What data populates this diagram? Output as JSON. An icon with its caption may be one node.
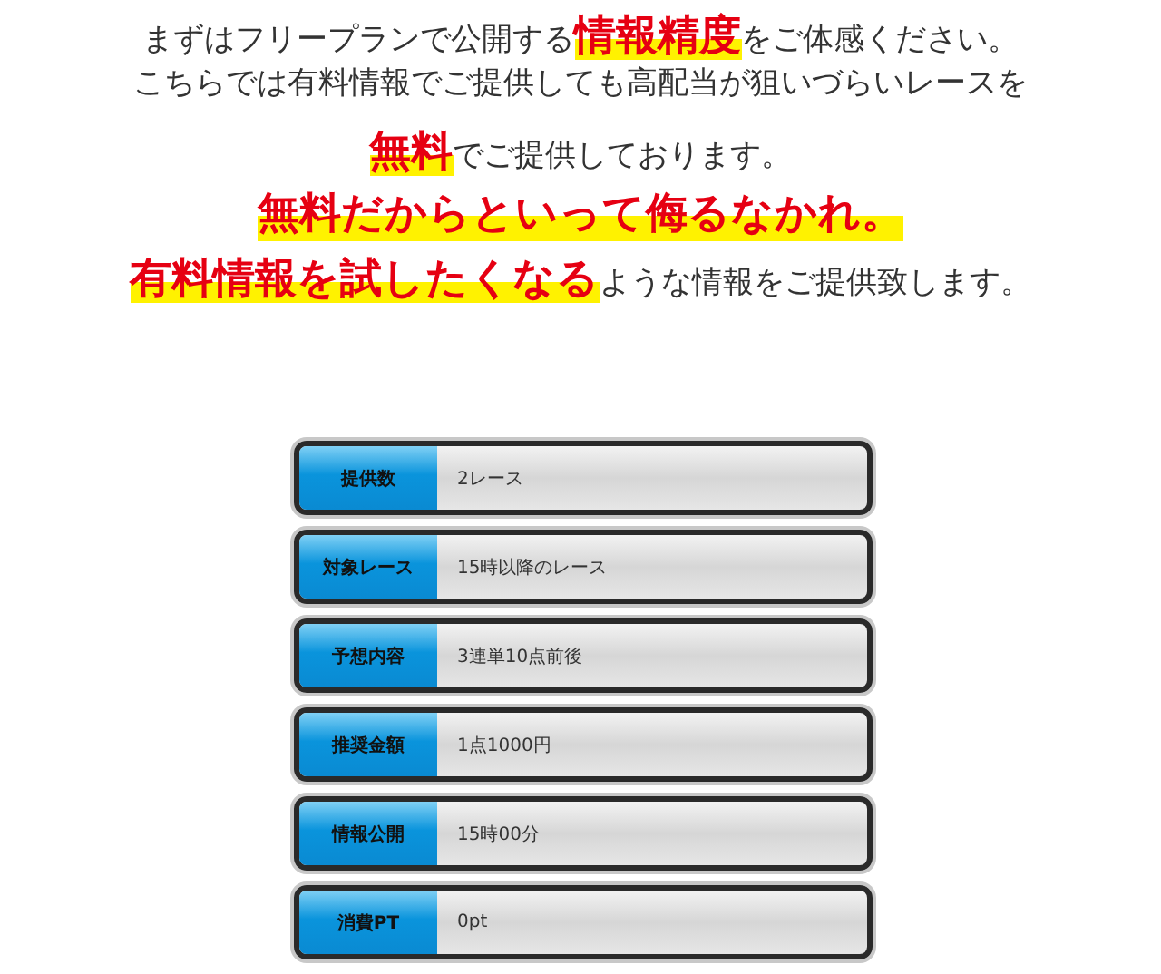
{
  "diagram": {
    "nodes": [
      {
        "text": [
          "提供数",
          "2レース"
        ]
      },
      {
        "text": [
          "対象レース",
          "15時以降のレース"
        ]
      },
      {
        "text": [
          "予想内容",
          "3連単10点前後"
        ]
      },
      {
        "text": [
          "推奨金額",
          "1点1000円"
        ]
      },
      {
        "text": [
          "情報公開",
          "15時00分"
        ]
      },
      {
        "text": [
          "消費PT",
          "0pt"
        ]
      }
    ],
    "labels": [
      "まずはフリープランで公開する**情報精度**をご体感ください。",
      "こちらでは有料情報でご提供しても高配当が狙いづらいレースを",
      "**無料**でご提供しております。",
      "無料だからといって侮るなかれ。",
      "**有料情報を試したくなる**ような情報をご提供致します。"
    ]
  }
}
